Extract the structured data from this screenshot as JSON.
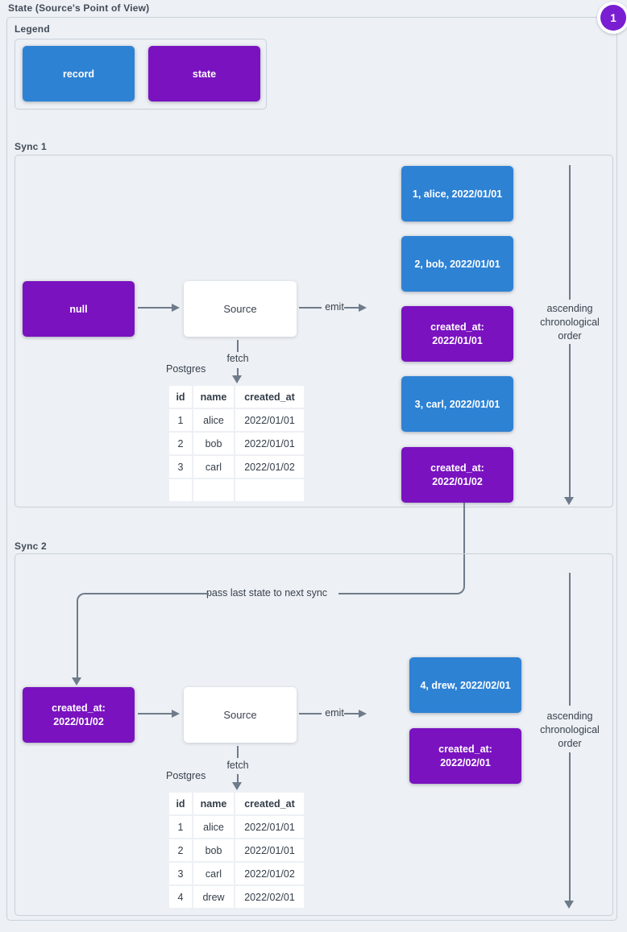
{
  "title": "State (Source's Point of View)",
  "badge": {
    "label": "1"
  },
  "colors": {
    "record": "#2E82D4",
    "state": "#7A12C0",
    "badge": "#7A1ED2",
    "line": "#6E7B8A",
    "border": "#C8D1DC",
    "bg": "#EDF0F4",
    "text": "#414B58",
    "text_dark": "#333D49"
  },
  "legend": {
    "label": "Legend",
    "record_label": "record",
    "state_label": "state"
  },
  "sync1": {
    "label": "Sync 1",
    "input_state": "null",
    "source_label": "Source",
    "emit_label": "emit",
    "fetch_label": "fetch",
    "postgres_label": "Postgres",
    "order_note": [
      "ascending",
      "chronological",
      "order"
    ],
    "emitted": [
      {
        "type": "record",
        "lines": [
          "1, alice, 2022/01/01"
        ]
      },
      {
        "type": "record",
        "lines": [
          "2, bob, 2022/01/01"
        ]
      },
      {
        "type": "state",
        "lines": [
          "created_at:",
          "2022/01/01"
        ]
      },
      {
        "type": "record",
        "lines": [
          "3, carl, 2022/01/01"
        ]
      },
      {
        "type": "state",
        "lines": [
          "created_at:",
          "2022/01/02"
        ]
      }
    ],
    "table": {
      "headers": [
        "id",
        "name",
        "created_at"
      ],
      "rows": [
        [
          "1",
          "alice",
          "2022/01/01"
        ],
        [
          "2",
          "bob",
          "2022/01/01"
        ],
        [
          "3",
          "carl",
          "2022/01/02"
        ],
        [
          "",
          "",
          ""
        ]
      ]
    }
  },
  "connector_label": "pass last state to next sync",
  "sync2": {
    "label": "Sync 2",
    "input_state_lines": [
      "created_at:",
      "2022/01/02"
    ],
    "source_label": "Source",
    "emit_label": "emit",
    "fetch_label": "fetch",
    "postgres_label": "Postgres",
    "order_note": [
      "ascending",
      "chronological",
      "order"
    ],
    "emitted": [
      {
        "type": "record",
        "lines": [
          "4, drew, 2022/02/01"
        ]
      },
      {
        "type": "state",
        "lines": [
          "created_at:",
          "2022/02/01"
        ]
      }
    ],
    "table": {
      "headers": [
        "id",
        "name",
        "created_at"
      ],
      "rows": [
        [
          "1",
          "alice",
          "2022/01/01"
        ],
        [
          "2",
          "bob",
          "2022/01/01"
        ],
        [
          "3",
          "carl",
          "2022/01/02"
        ],
        [
          "4",
          "drew",
          "2022/02/01"
        ]
      ]
    }
  }
}
